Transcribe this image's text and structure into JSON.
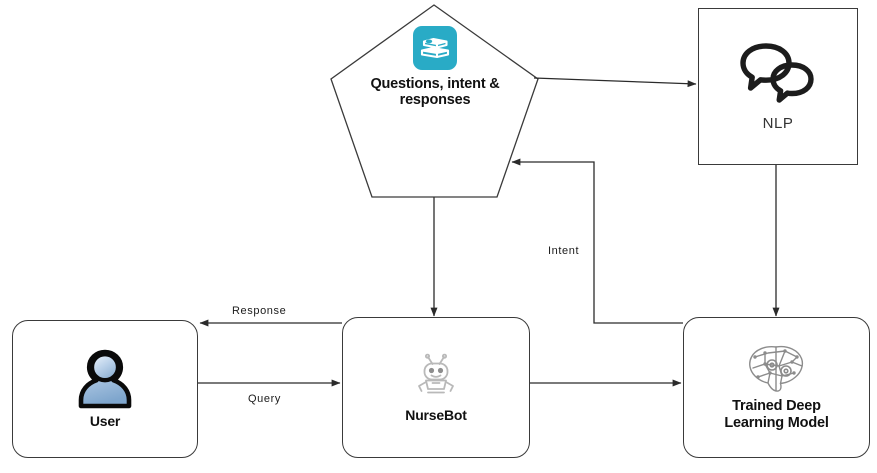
{
  "diagram": {
    "title": "NurseBot chatbot architecture flow",
    "background_color": "#ffffff",
    "stroke_color": "#3a3a3a",
    "accent_color": "#29abc6",
    "nodes": [
      {
        "id": "knowledge-base",
        "label": "Questions, intent & responses",
        "shape": "pentagon",
        "icon": "books-stack-icon"
      },
      {
        "id": "nlp",
        "label": "NLP",
        "shape": "square",
        "icon": "speech-bubbles-icon"
      },
      {
        "id": "user",
        "label": "User",
        "shape": "rounded-rect",
        "icon": "user-avatar-icon"
      },
      {
        "id": "nursebot",
        "label": "NurseBot",
        "shape": "rounded-rect",
        "icon": "robot-icon"
      },
      {
        "id": "trained-model",
        "label": "Trained Deep Learning Model",
        "shape": "rounded-rect",
        "icon": "brain-network-icon"
      }
    ],
    "edges": [
      {
        "id": "kb-to-nlp",
        "from": "knowledge-base",
        "to": "nlp",
        "label": ""
      },
      {
        "id": "nlp-to-model",
        "from": "nlp",
        "to": "trained-model",
        "label": ""
      },
      {
        "id": "model-to-kb",
        "from": "trained-model",
        "to": "knowledge-base",
        "label": "Intent"
      },
      {
        "id": "kb-to-nursebot",
        "from": "knowledge-base",
        "to": "nursebot",
        "label": ""
      },
      {
        "id": "nursebot-to-user",
        "from": "nursebot",
        "to": "user",
        "label": "Response"
      },
      {
        "id": "user-to-nursebot",
        "from": "user",
        "to": "nursebot",
        "label": "Query"
      },
      {
        "id": "nursebot-to-model",
        "from": "nursebot",
        "to": "trained-model",
        "label": ""
      }
    ]
  },
  "labels": {
    "pentagon_line1": "Questions, intent &",
    "pentagon_line2": "responses",
    "nlp": "NLP",
    "user": "User",
    "nursebot": "NurseBot",
    "model_line1": "Trained Deep",
    "model_line2": "Learning Model",
    "response": "Response",
    "query": "Query",
    "intent": "Intent"
  }
}
